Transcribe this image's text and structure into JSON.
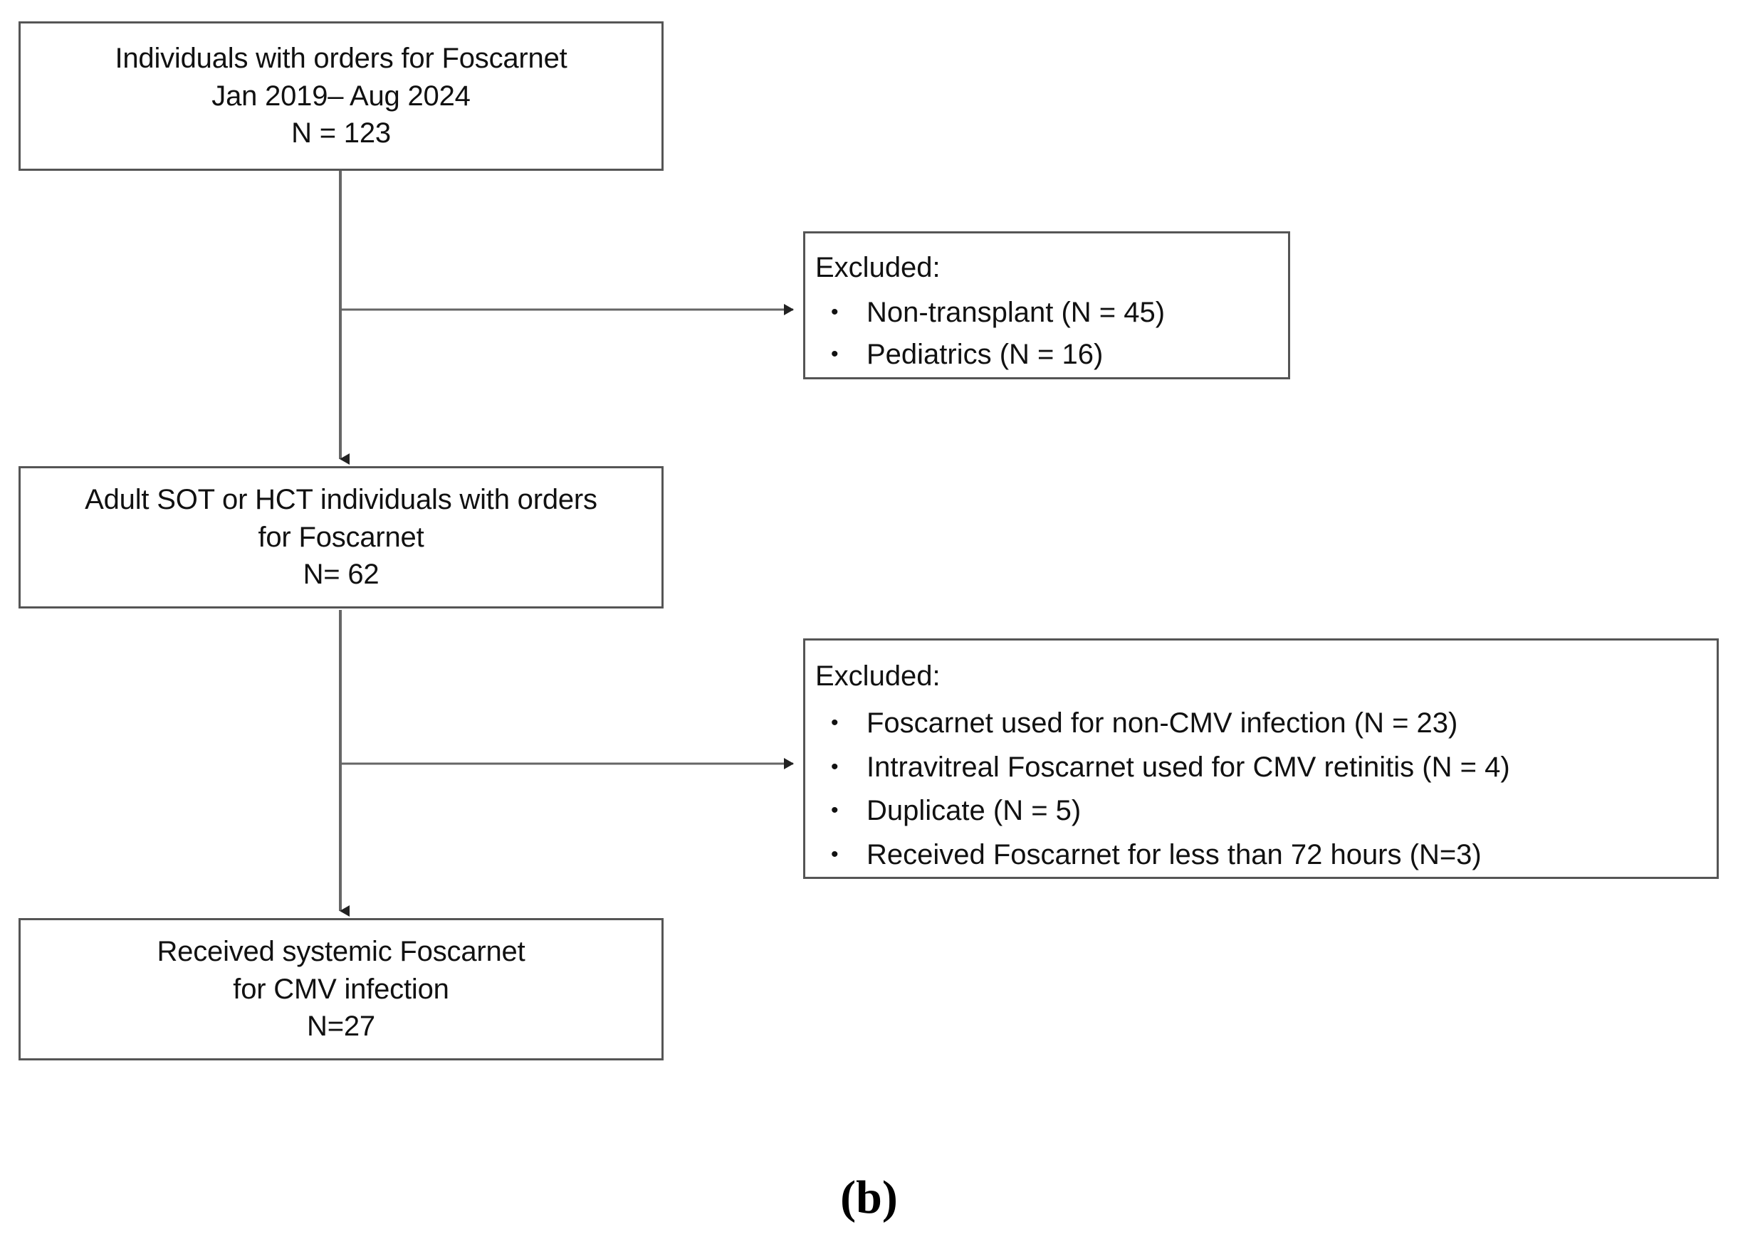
{
  "figure": {
    "caption": "(b)",
    "type": "flowchart",
    "colors": {
      "box_border": "#555555",
      "connector": "#555555",
      "text": "#111111",
      "background": "#ffffff"
    }
  },
  "nodes": {
    "enrolled": {
      "name": "individuals-with-orders",
      "lines": [
        "Individuals with orders for Foscarnet",
        "Jan 2019– Aug 2024",
        "N = 123"
      ]
    },
    "adult": {
      "name": "adult-sot-hct",
      "lines": [
        "Adult SOT or HCT individuals with orders",
        "for Foscarnet",
        "N= 62"
      ]
    },
    "final": {
      "name": "received-systemic-foscarnet",
      "lines": [
        "Received systemic Foscarnet",
        "for CMV infection",
        "N=27"
      ]
    },
    "excluded_1": {
      "name": "excluded-first-stage",
      "title": "Excluded:",
      "items": [
        "Non-transplant (N = 45)",
        "Pediatrics (N = 16)"
      ]
    },
    "excluded_2": {
      "name": "excluded-second-stage",
      "title": "Excluded:",
      "items": [
        "Foscarnet used for non-CMV infection (N = 23)",
        "Intravitreal Foscarnet used for CMV retinitis (N = 4)",
        "Duplicate (N = 5)",
        "Received Foscarnet for less than 72 hours (N=3)"
      ]
    }
  },
  "bullet_glyph": "•",
  "chart_data": {
    "type": "flowchart",
    "title": "(b)",
    "stages": [
      {
        "id": "enrolled",
        "label": "Individuals with orders for Foscarnet Jan 2019– Aug 2024",
        "n": 123
      },
      {
        "id": "adult",
        "label": "Adult SOT or HCT individuals with orders for Foscarnet",
        "n": 62
      },
      {
        "id": "final",
        "label": "Received systemic Foscarnet for CMV infection",
        "n": 27
      }
    ],
    "exclusions": [
      {
        "after_stage": "enrolled",
        "reasons": [
          {
            "label": "Non-transplant",
            "n": 45
          },
          {
            "label": "Pediatrics",
            "n": 16
          }
        ]
      },
      {
        "after_stage": "adult",
        "reasons": [
          {
            "label": "Foscarnet used for non-CMV infection",
            "n": 23
          },
          {
            "label": "Intravitreal Foscarnet used for CMV retinitis",
            "n": 4
          },
          {
            "label": "Duplicate",
            "n": 5
          },
          {
            "label": "Received Foscarnet for less than 72 hours",
            "n": 3
          }
        ]
      }
    ]
  }
}
